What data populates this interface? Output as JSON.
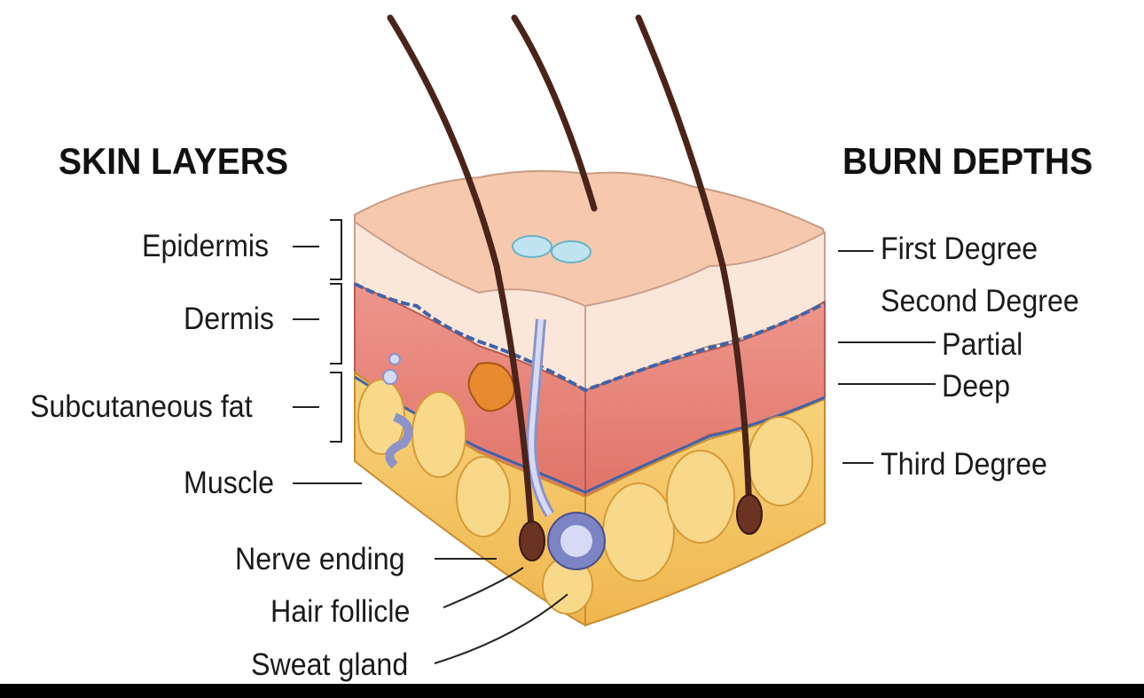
{
  "headings": {
    "left": "SKIN LAYERS",
    "right": "BURN DEPTHS"
  },
  "skin_layers": {
    "epidermis": "Epidermis",
    "dermis": "Dermis",
    "subcutaneous_fat": "Subcutaneous fat",
    "muscle": "Muscle",
    "nerve_ending": "Nerve ending",
    "hair_follicle": "Hair follicle",
    "sweat_gland": "Sweat gland"
  },
  "burn_depths": {
    "first_degree": "First Degree",
    "second_degree": "Second Degree",
    "partial": "Partial",
    "deep": "Deep",
    "third_degree": "Third Degree"
  },
  "colors": {
    "epidermis": "#f6ccb4",
    "dermis": "#e8807a",
    "fat": "#f4c462",
    "hair": "#4a2418",
    "vessel": "#3f63a8"
  }
}
